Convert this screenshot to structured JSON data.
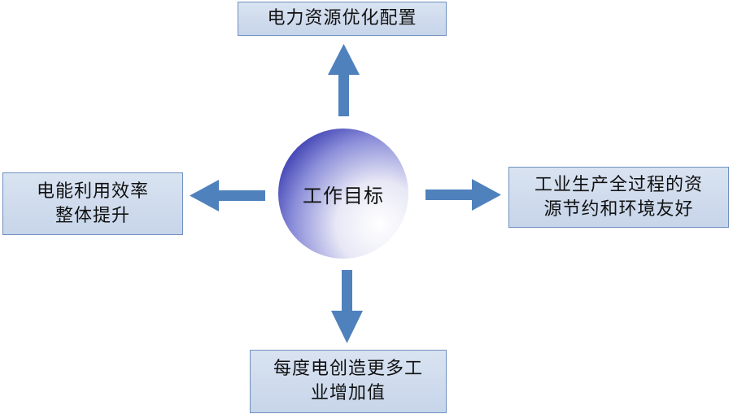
{
  "center": {
    "label": "工作目标"
  },
  "top": {
    "lines": [
      "电力资源优化配置"
    ]
  },
  "left": {
    "lines": [
      "电能利用效率",
      "整体提升"
    ]
  },
  "right": {
    "lines": [
      "工业生产全过程的资",
      "源节约和环境友好"
    ]
  },
  "bottom": {
    "lines": [
      "每度电创造更多工",
      "业增加值"
    ]
  },
  "colors": {
    "arrow": "#4f81bd",
    "box_border": "#6f8fbf",
    "circle_light": "#ffffff",
    "circle_dark": "#2a2ca8"
  }
}
